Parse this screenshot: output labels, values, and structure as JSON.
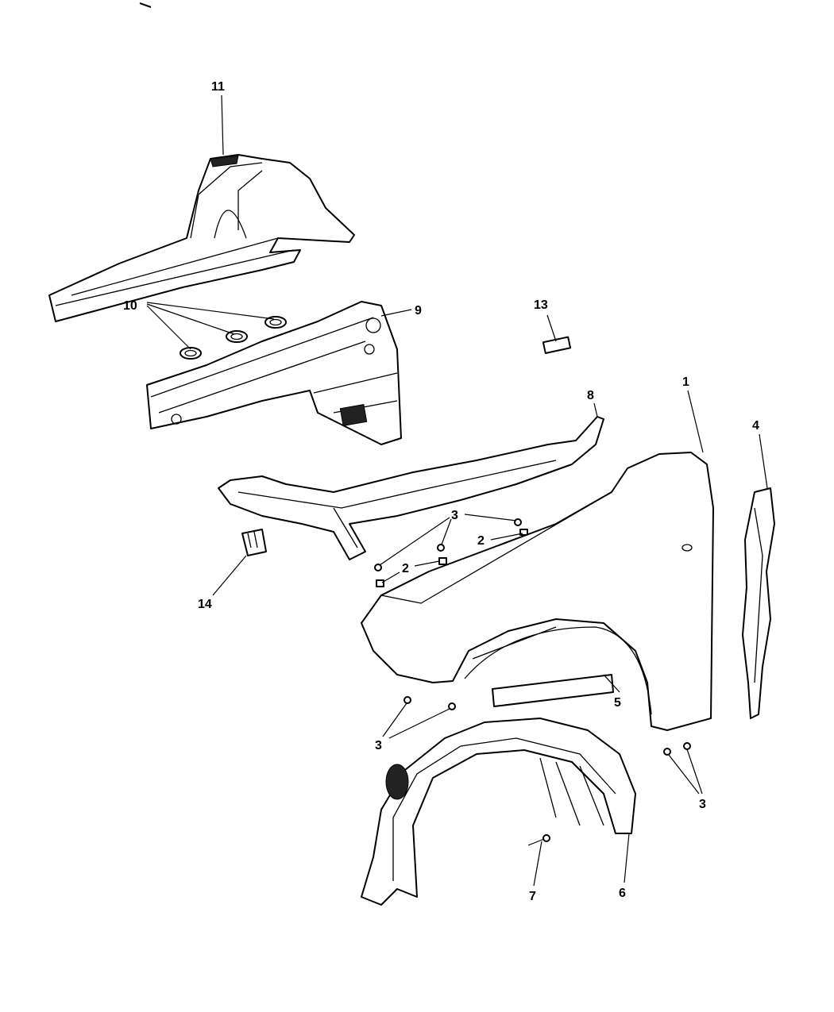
{
  "diagram": {
    "type": "exploded parts diagram",
    "callouts": [
      {
        "id": "c11",
        "label": "11"
      },
      {
        "id": "c10",
        "label": "10"
      },
      {
        "id": "c9",
        "label": "9"
      },
      {
        "id": "c13",
        "label": "13"
      },
      {
        "id": "c8",
        "label": "8"
      },
      {
        "id": "c1",
        "label": "1"
      },
      {
        "id": "c4",
        "label": "4"
      },
      {
        "id": "c3a",
        "label": "3"
      },
      {
        "id": "c2a",
        "label": "2"
      },
      {
        "id": "c2b",
        "label": "2"
      },
      {
        "id": "c14",
        "label": "14"
      },
      {
        "id": "c5",
        "label": "5"
      },
      {
        "id": "c3b",
        "label": "3"
      },
      {
        "id": "c3c",
        "label": "3"
      },
      {
        "id": "c7",
        "label": "7"
      },
      {
        "id": "c6",
        "label": "6"
      }
    ]
  }
}
